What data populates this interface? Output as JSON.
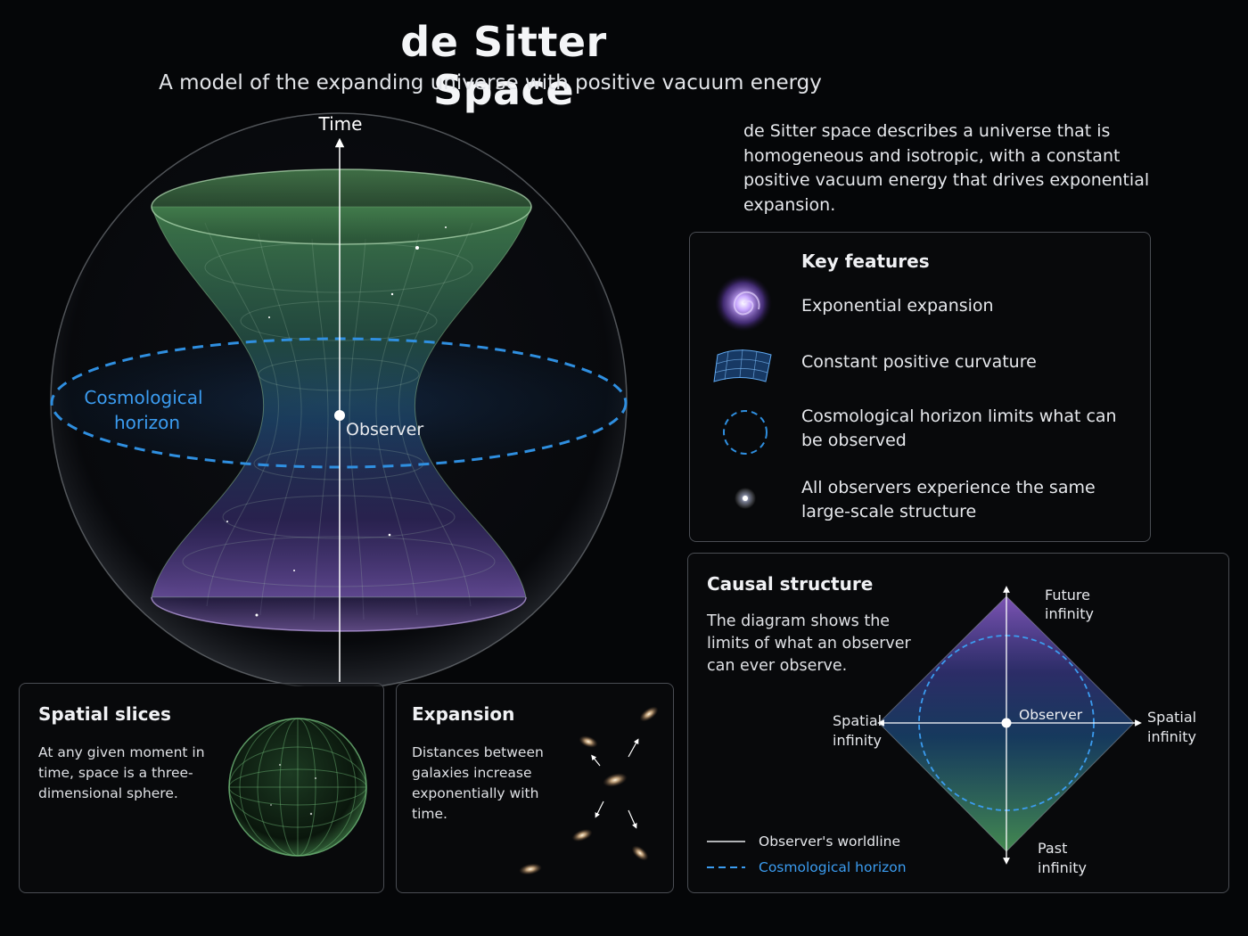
{
  "header": {
    "title": "de Sitter Space",
    "subtitle": "A model of the expanding universe with positive vacuum energy"
  },
  "intro": "de Sitter space describes a universe that is homogeneous and isotropic, with a constant positive vacuum energy that drives exponential expansion.",
  "main_diagram": {
    "time_label": "Time",
    "horizon_label_line1": "Cosmological",
    "horizon_label_line2": "horizon",
    "observer_label": "Observer"
  },
  "key_features": {
    "title": "Key features",
    "items": [
      {
        "icon": "spiral-galaxy-icon",
        "label": "Exponential expansion"
      },
      {
        "icon": "curved-grid-icon",
        "label": "Constant positive curvature"
      },
      {
        "icon": "dashed-circle-icon",
        "label": "Cosmological horizon limits what can be observed"
      },
      {
        "icon": "star-point-icon",
        "label": "All observers experience the same large-scale structure"
      }
    ]
  },
  "causal_structure": {
    "title": "Causal structure",
    "description": "The diagram shows the limits of what an observer can ever observe.",
    "future_line1": "Future",
    "future_line2": "infinity",
    "past_line1": "Past",
    "past_line2": "infinity",
    "spatial_left_line1": "Spatial",
    "spatial_left_line2": "infinity",
    "spatial_right_line1": "Spatial",
    "spatial_right_line2": "infinity",
    "observer_label": "Observer",
    "legend": [
      {
        "style": "solid",
        "label": "Observer's worldline"
      },
      {
        "style": "dashed",
        "label": "Cosmological horizon"
      }
    ]
  },
  "spatial_slices": {
    "title": "Spatial slices",
    "description": "At any given moment in time, space is a three-dimensional sphere."
  },
  "expansion": {
    "title": "Expansion",
    "description": "Distances between galaxies increase exponentially with time."
  },
  "colors": {
    "background": "#050608",
    "green": "#5fae6a",
    "blue": "#2f8fe0",
    "purple": "#8a5cc8",
    "horizon_text": "#3b9cf0"
  }
}
